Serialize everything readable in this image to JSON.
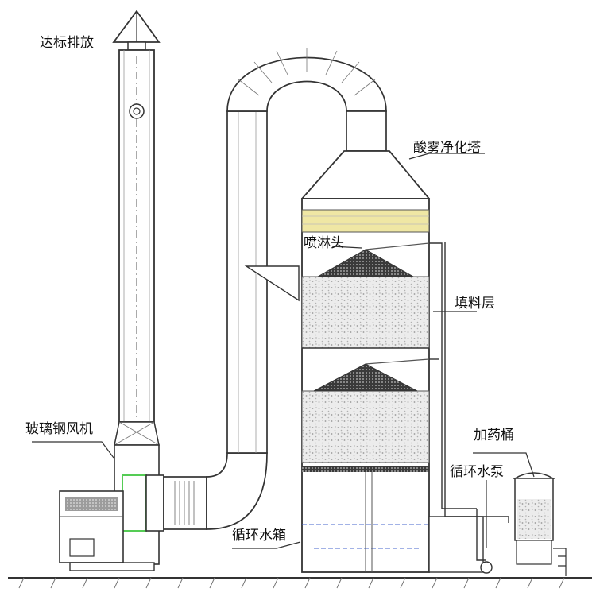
{
  "labels": {
    "discharge": "达标排放",
    "tower": "酸雾净化塔",
    "nozzle": "喷淋头",
    "packing": "填料层",
    "fan": "玻璃钢风机",
    "dosing_tank": "加药桶",
    "pump": "循环水泵",
    "water_tank": "循环水箱"
  },
  "colors": {
    "line": "#333333",
    "packing_fill": "#e6e6e6",
    "dark_grid": "#3a3a3a",
    "yellow_band": "#efe7a4",
    "fan_highlight": "#55cc55",
    "water_line": "#4466cc"
  }
}
